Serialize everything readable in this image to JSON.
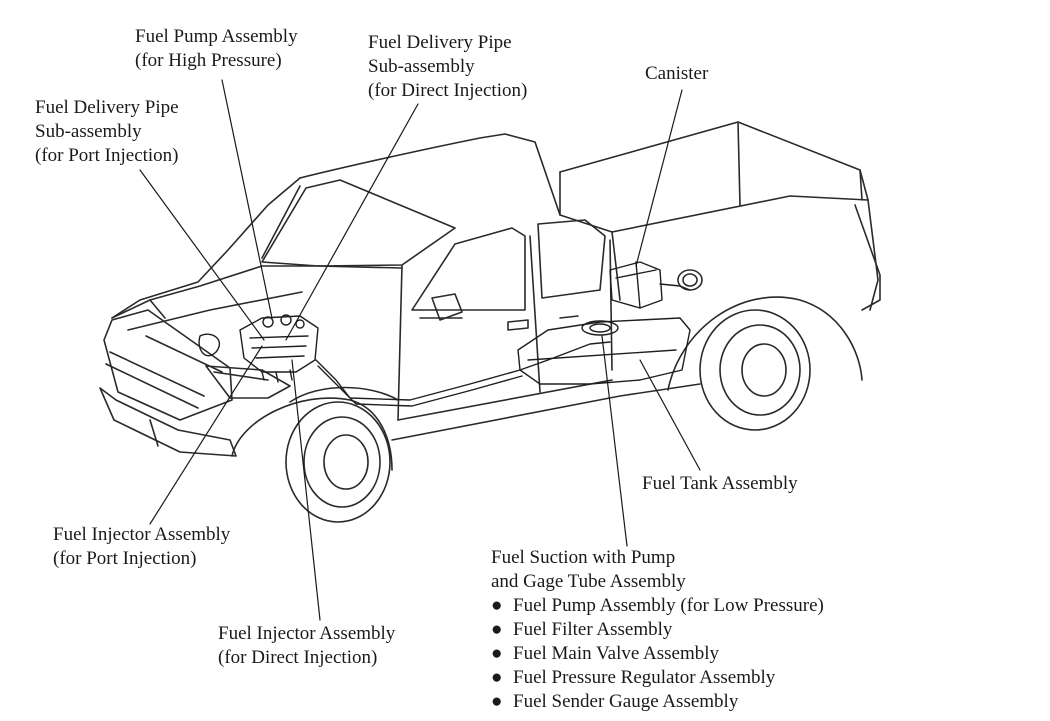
{
  "labels": {
    "pump_high": [
      "Fuel Pump Assembly",
      "(for High Pressure)"
    ],
    "pipe_direct": [
      "Fuel Delivery Pipe",
      "Sub-assembly",
      "(for Direct Injection)"
    ],
    "pipe_port": [
      "Fuel Delivery Pipe",
      "Sub-assembly",
      "(for Port Injection)"
    ],
    "canister": [
      "Canister"
    ],
    "fuel_tank": [
      "Fuel Tank Assembly"
    ],
    "injector_port": [
      "Fuel Injector Assembly",
      "(for Port Injection)"
    ],
    "injector_direct": [
      "Fuel Injector Assembly",
      "(for Direct Injection)"
    ],
    "suction": [
      "Fuel Suction with Pump",
      "and Gage Tube Assembly"
    ]
  },
  "suction_items": {
    "bullet": "●",
    "items": [
      "Fuel Pump Assembly (for Low Pressure)",
      "Fuel Filter Assembly",
      "Fuel Main Valve Assembly",
      "Fuel Pressure Regulator Assembly",
      "Fuel Sender Gauge Assembly"
    ]
  }
}
